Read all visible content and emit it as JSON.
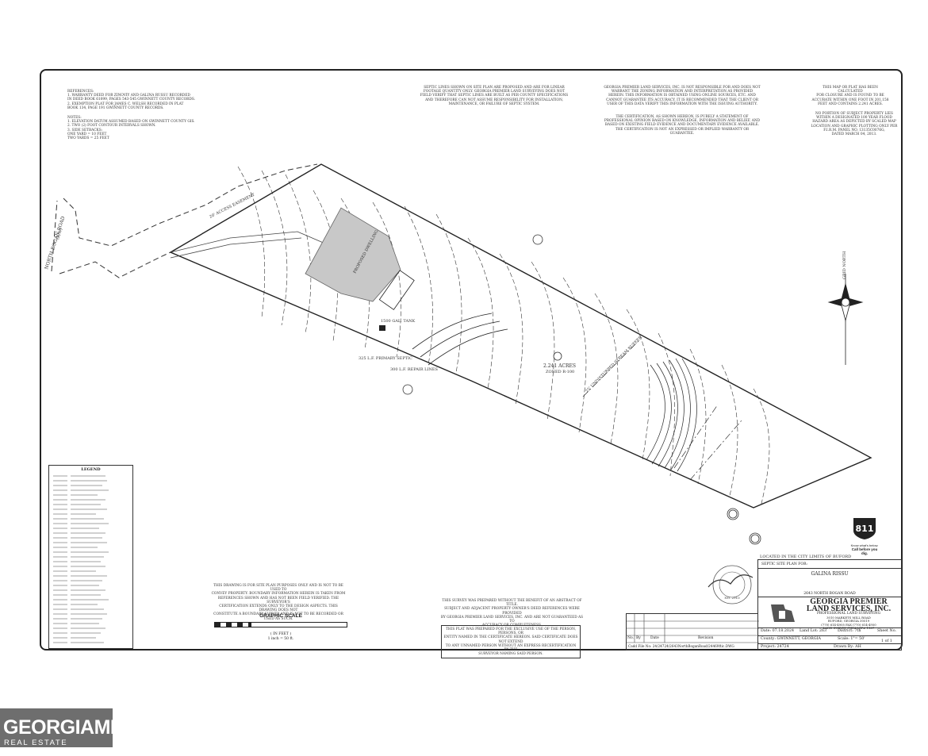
{
  "sheet": {
    "references": "REFERENCES:\n1. WARRANTY DEED FOR ZINOVIY AND GALINA RUSSU RECORDED\n   IN DEED BOOK 61099, PAGES 543-545 GWINNETT COUNTY RECORDS.\n2. EXEMPTION PLAT FOR JAMES C. WELSH RECORDED IN PLAT\n   BOOK 134, PAGE 191 GWINNETT COUNTY RECORDS.",
    "notes": "NOTES:\n1. ELEVATION DATUM ASSUMED BASED ON GWINNETT COUNTY GIS.\n2. TWO (2) FOOT CONTOUR INTERVALS SHOWN.\n3. SIDE SETBACKS:\n      ONE YARD = 10 FEET\n      TWO YARDS = 25 FEET",
    "septic_note": "SEPTIC LINES SHOWN ON SITE PLAN ARE PROPOSED AND ARE FOR LINEAR\nFOOTAGE QUANTITY ONLY. GEORGIA PREMIER LAND SURVEYING DOES NOT\nFIELD VERIFY THAT SEPTIC LINES ARE BUILT AS PER COUNTY SPECIFICATIONS\nAND THEREFORE CAN NOT ASSUME RESPONSIBILITY FOR INSTALLATION,\nMAINTENANCE, OR FAILURE OF SEPTIC SYSTEM.",
    "zoning_note": "GEORGIA PREMIER LAND SERVICES, INC. IS NOT RESPONSIBLE FOR AND DOES NOT\nWARRANT THE ZONING INFORMATION AND INTERPRETATION AS PROVIDED\nHEREIN. THIS INFORMATION IS OBTAINED USING ONLINE SOURCES, ETC. AND\nCANNOT GUARANTEE ITS ACCURACY. IT IS RECOMMENDED THAT THE CLIENT OR\nUSER OF THIS DATA VERIFY THIS INFORMATION WITH THE ISSUING AUTHORITY.",
    "certification_note": "THE CERTIFICATION, AS SHOWN HEREON, IS PURELY A STATEMENT OF\nPROFESSIONAL OPINION BASED ON KNOWLEDGE, INFORMATION AND BELIEF, AND\nBASED ON EXISTING FIELD EVIDENCE AND DOCUMENTARY EVIDENCE AVAILABLE.\nTHE CERTIFICATION IS NOT AN EXPRESSED OR IMPLIED WARRANTY OR GUARANTEE.",
    "area_note": "THIS MAP OR PLAT HAS BEEN CALCULATED\nFOR CLOSURE AND IS FOUND TO BE\nACCURATE WITHIN ONE FOOT IN 201,158\nFEET AND CONTAINS 2.241 ACRES.",
    "flood_note": "NO PORTION OF SUBJECT PROPERTY LIES\nWITHIN A DESIGNATED 100 YEAR FLOOD\nHAZARD AREA AS DEPICTED BY SCALED MAP\nLOCATION AND GRAPHIC PLOTTING ONLY PER\nF.I.R.M. PANEL NO. 13135C0076G,\nDATED MARCH 04, 2013.",
    "drawing_note": "THIS DRAWING IS FOR SITE PLAN PURPOSES ONLY AND IS NOT TO BE USED TO\nCONVEY PROPERTY. BOUNDARY INFORMATION HEREIN IS TAKEN FROM\nREFERENCES SHOWN AND HAS NOT BEEN FIELD VERIFIED. THE SURVEYOR'S\nCERTIFICATION EXTENDS ONLY TO THE DESIGN ASPECTS. THIS DRAWING DOES NOT\nCONSTITUTE A BOUNDARY SURVEY AND IS NOT TO BE RECORDED OR USED AS SUCH.",
    "abstract_note": "THIS SURVEY WAS PREPARED WITHOUT THE BENEFIT OF AN ABSTRACT OF TITLE.\nSUBJECT AND ADJACENT PROPERTY OWNER'S DEED REFERENCES WERE PROVIDED\nBY GEORGIA PREMIER LAND SERVICES, INC. AND ARE NOT GUARANTEED AS TO\nACCURACY OR COMPLETENESS.",
    "exclusive_note": "THIS PLAT WAS PREPARED FOR THE EXCLUSIVE USE OF THE PERSON, PERSONS, OR\nENTITY NAMED IN THE CERTIFICATE HEREON. SAID CERTIFICATE DOES NOT EXTEND\nTO ANY UNNAMED PERSON WITHOUT AN EXPRESS RECERTIFICATION BY THE\nSURVEYOR NAMING SAID PERSON."
  },
  "plan": {
    "road_name": "NORTH BOGAN ROAD",
    "road_row": "(R/W)",
    "acres_label": "2.241 ACRES",
    "zoning_label": "ZONED R-100",
    "primary_septic": "325 L.F. PRIMARY SEPTIC",
    "repair_lines": "300 L.F. REPAIR LINES",
    "tank_label": "1500 GAL. TANK",
    "house_label": "PROPOSED DWELLING",
    "access_easement": "20' ACCESS EASEMENT",
    "buffer_label": "25' UNDISTURBED STREAM BUFFER",
    "city_limits": "LOCATED IN THE CITY LIMITS OF BUFORD",
    "grid_north": "GRID NORTH"
  },
  "legend": {
    "title": "LEGEND"
  },
  "graphic_scale": {
    "title": "GRAPHIC SCALE",
    "unit": "( IN FEET )",
    "ratio": "1 inch = 50 ft."
  },
  "badge_811": {
    "number": "811",
    "line1": "Know what's below.",
    "line2": "Call before you dig."
  },
  "title_block": {
    "plan_type": "SEPTIC SITE PLAN FOR:",
    "client": "GALINA RISSU",
    "address": "2643 NORTH BOGAN ROAD",
    "firm_name_1": "GEORGIA PREMIER",
    "firm_name_2": "LAND SERVICES, INC.",
    "firm_sub": "PROFESSIONAL LAND SURVEYING",
    "firm_addr": "3010 MARKETS MILL ROAD\nBUFORD, GEORGIA 30519\n(770) 614-4905  FAX (770) 614-4950\nLAND SURVEY FIRM LSF# 1167",
    "date_label": "Date:",
    "date_value": "07.18.2024",
    "landlot_label": "Land Lot:",
    "landlot_value": "263",
    "district_label": "District:",
    "district_value": "7th",
    "sheet_label": "Sheet No.",
    "sheet_value": "1 of 1",
    "county_label": "County:",
    "county_value": "GWINNETT, GEORGIA",
    "scale_label": "Scale:",
    "scale_value": "1\"= 50'",
    "project_label": "Project:",
    "project_value": "24724",
    "drawn_label": "Drawn By:",
    "drawn_value": "AH"
  },
  "revisions": {
    "col_no": "No.",
    "col_by": "By",
    "col_date": "Date",
    "col_revision": "Revision",
    "cadd_file": "Cadd File No: 24/24724/2643NorthBoganRoad/24469ftic.DWG"
  },
  "seal": {
    "number": "NO. 2910"
  },
  "watermark": {
    "line1": "GEORGIAMLS",
    "line2": "REAL ESTATE SERVICES"
  }
}
